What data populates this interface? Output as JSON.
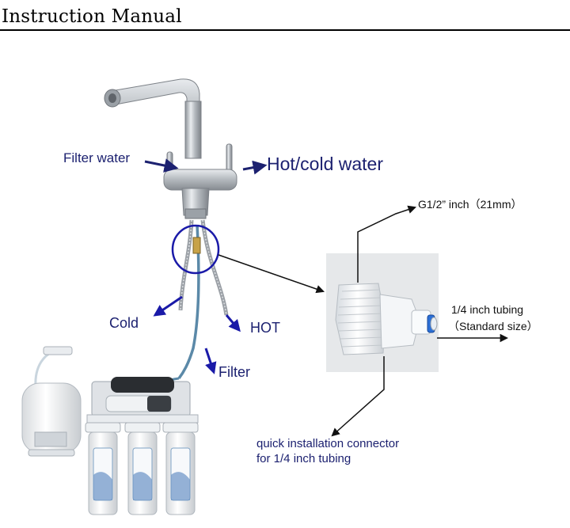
{
  "header": {
    "title": "Instruction Manual"
  },
  "labels": {
    "filter_water": "Filter water",
    "hot_cold_water": "Hot/cold water",
    "cold": "Cold",
    "hot": "HOT",
    "filter": "Filter",
    "thread_size": "G1/2”  inch（21mm）",
    "tubing_line1": "1/4 inch tubing",
    "tubing_line2": "（Standard size）",
    "connector_line1": "quick installation connector",
    "connector_line2": "for 1/4 inch tubing"
  },
  "colors": {
    "arrow_blue": "#1a1aa8",
    "label_navy": "#1c2170",
    "chrome": "#b9bdc2",
    "connector_white": "#eef1f4",
    "photo_bg": "#e6e8ea"
  },
  "icons": [
    "faucet-icon",
    "quick-connector-icon",
    "ro-filter-system-icon",
    "pressure-tank-icon"
  ]
}
